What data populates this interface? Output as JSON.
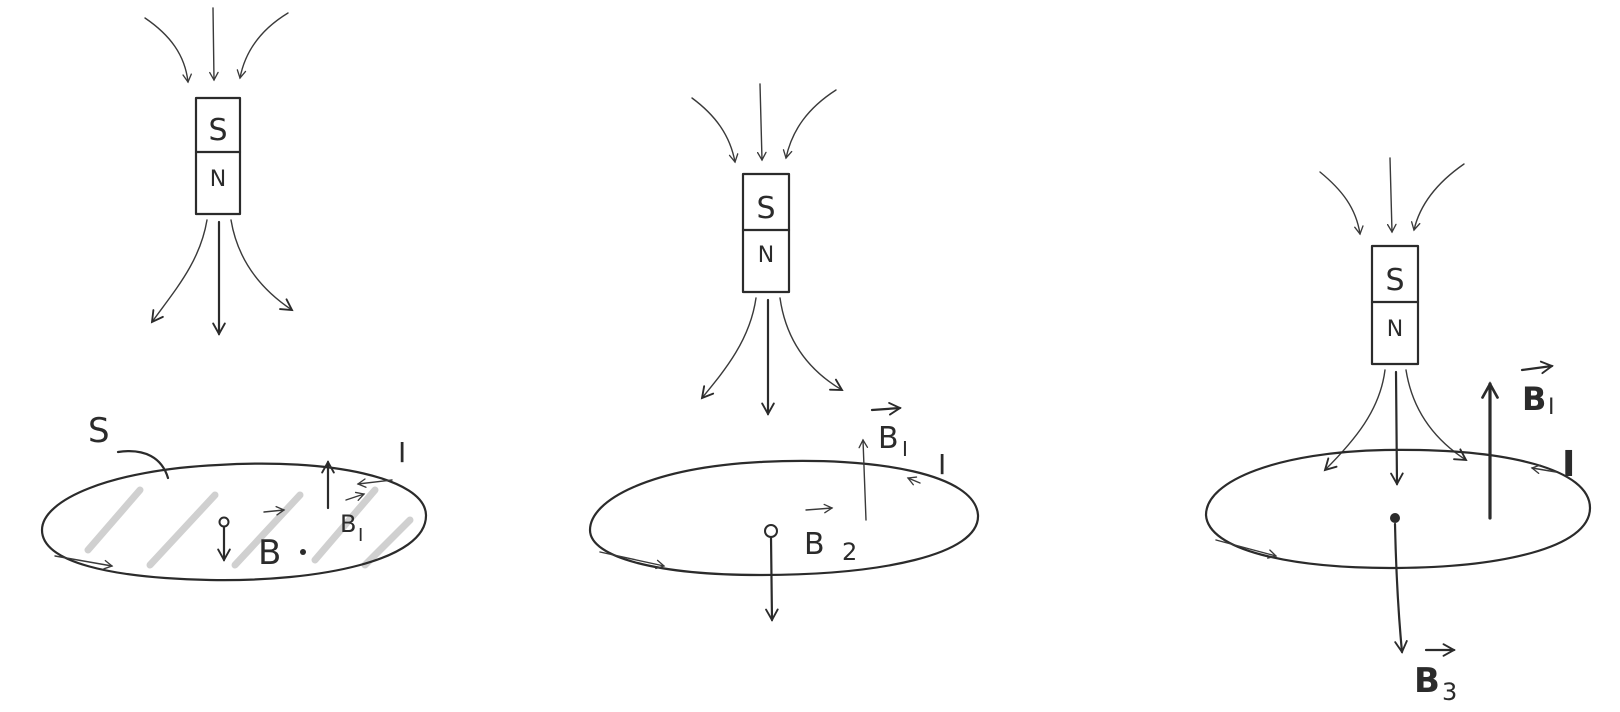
{
  "panel1": {
    "magnet": {
      "top_pole": "S",
      "bottom_pole": "N"
    },
    "surface_label": "S",
    "current_label": "I",
    "field_label": "B",
    "induced_field_label": "B",
    "induced_field_subscript": "I"
  },
  "panel2": {
    "magnet": {
      "top_pole": "S",
      "bottom_pole": "N"
    },
    "current_label": "I",
    "field_label": "B",
    "field_subscript": "2",
    "induced_field_label": "B",
    "induced_field_subscript": "I"
  },
  "panel3": {
    "magnet": {
      "top_pole": "S",
      "bottom_pole": "N"
    },
    "current_label": "I",
    "field_label": "B",
    "field_subscript": "3",
    "induced_field_label": "B",
    "induced_field_subscript": "I"
  }
}
